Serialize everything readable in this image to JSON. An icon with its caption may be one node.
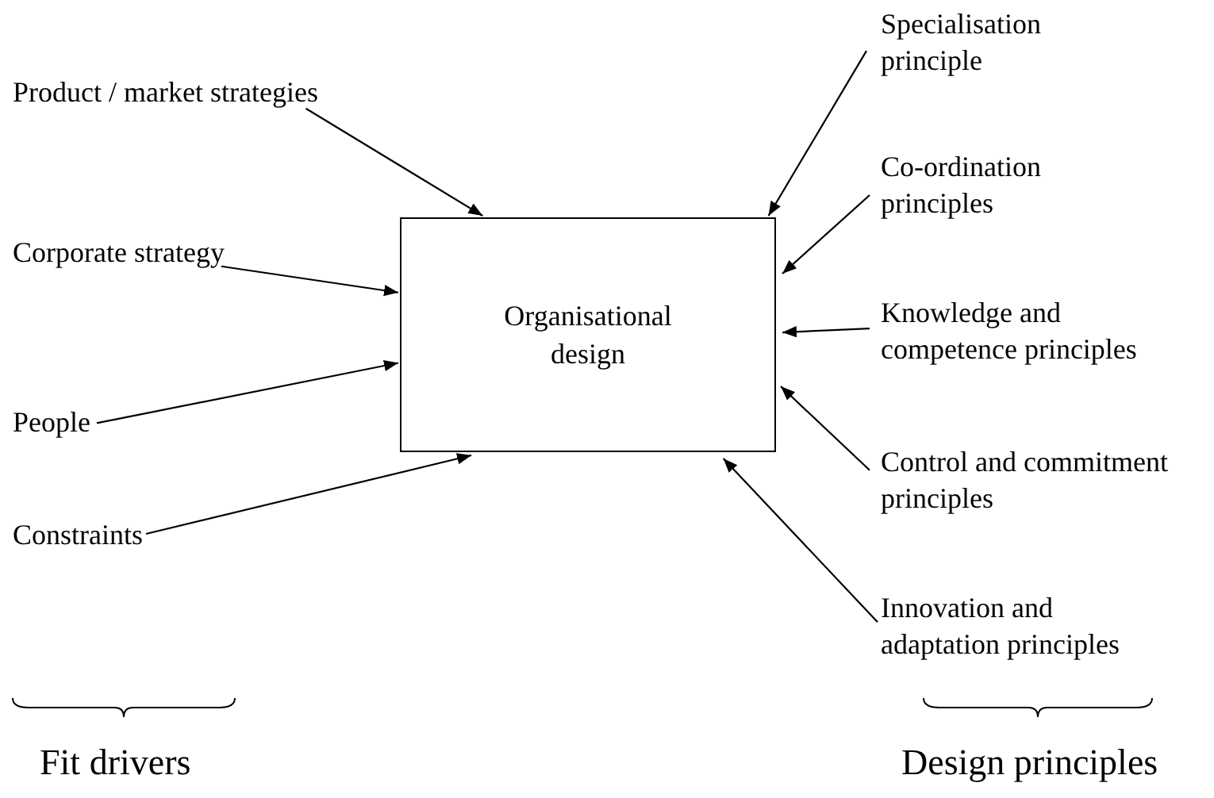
{
  "diagram": {
    "nodes": [
      {
        "text": [
          "Organisational design"
        ]
      },
      {
        "text": [
          "Product / market strategies"
        ]
      },
      {
        "text": [
          "Corporate strategy"
        ]
      },
      {
        "text": [
          "People"
        ]
      },
      {
        "text": [
          "Constraints"
        ]
      },
      {
        "text": [
          "Specialisation principle"
        ]
      },
      {
        "text": [
          "Co-ordination principles"
        ]
      },
      {
        "text": [
          "Knowledge and competence principles"
        ]
      },
      {
        "text": [
          "Control and commitment principles"
        ]
      },
      {
        "text": [
          "Innovation and adaptation principles"
        ]
      }
    ],
    "edges": [
      {
        "from": 1,
        "to": 0,
        "arrow": "to"
      },
      {
        "from": 2,
        "to": 0,
        "arrow": "to"
      },
      {
        "from": 3,
        "to": 0,
        "arrow": "to"
      },
      {
        "from": 4,
        "to": 0,
        "arrow": "to"
      },
      {
        "from": 5,
        "to": 0,
        "arrow": "to"
      },
      {
        "from": 6,
        "to": 0,
        "arrow": "to"
      },
      {
        "from": 7,
        "to": 0,
        "arrow": "to"
      },
      {
        "from": 8,
        "to": 0,
        "arrow": "to"
      },
      {
        "from": 9,
        "to": 0,
        "arrow": "to"
      }
    ],
    "labels": [
      "Fit drivers",
      "Design principles"
    ]
  }
}
